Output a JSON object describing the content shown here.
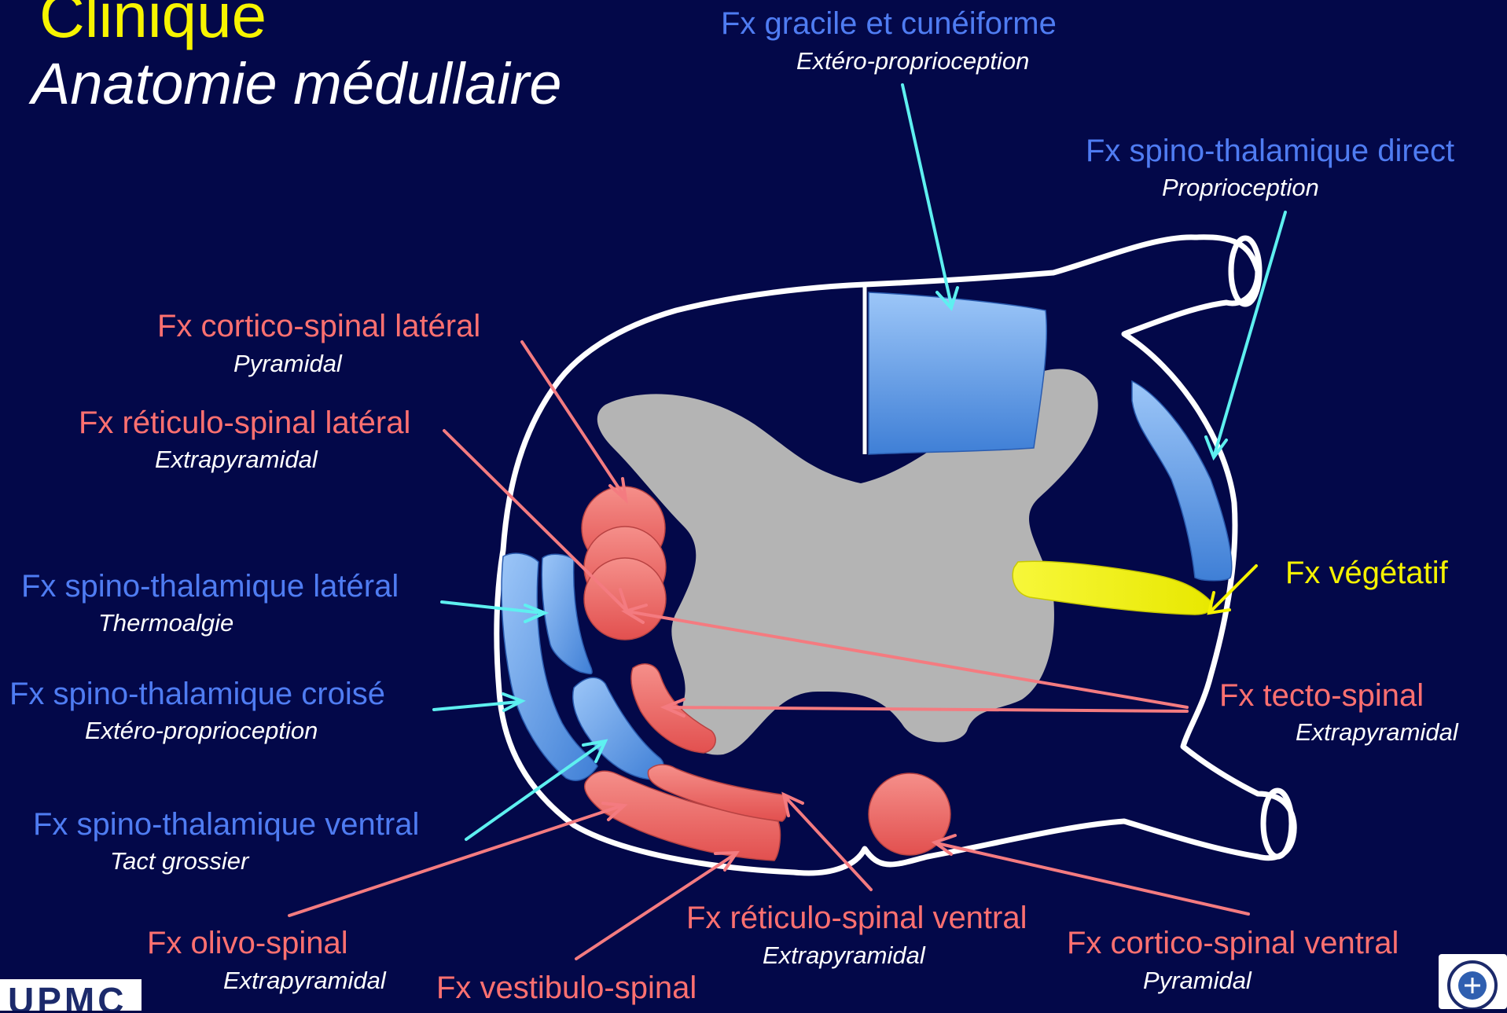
{
  "slide": {
    "title": "Clinique",
    "subtitle": "Anatomie médullaire"
  },
  "colors": {
    "background": "#030849",
    "title": "#f7f400",
    "sensory_label": "#4f7cf2",
    "motor_label": "#ff7070",
    "vegetative_label": "#f5f200",
    "sensory_arrow": "#5ef0f0",
    "motor_arrow": "#f47b80",
    "white_matter_outline": "#ffffff",
    "grey_matter": "#b4b4b4",
    "sensory_tract": "#6ba2ea",
    "motor_tract": "#ef6d6d",
    "vegetative_tract": "#f4f41c"
  },
  "tracts": {
    "gracile": {
      "name": "Fx gracile et cunéiforme",
      "desc": "Extéro-proprioception"
    },
    "spino_thal_direct": {
      "name": "Fx spino-thalamique direct",
      "desc": "Proprioception"
    },
    "cortico_lat": {
      "name": "Fx cortico-spinal latéral",
      "desc": "Pyramidal"
    },
    "reticulo_lat": {
      "name": "Fx réticulo-spinal latéral",
      "desc": "Extrapyramidal"
    },
    "vegetatif": {
      "name": "Fx végétatif"
    },
    "spino_thal_lat": {
      "name": "Fx spino-thalamique latéral",
      "desc": "Thermoalgie"
    },
    "spino_thal_croise": {
      "name": "Fx spino-thalamique croisé",
      "desc": "Extéro-proprioception"
    },
    "tecto": {
      "name": "Fx tecto-spinal",
      "desc": "Extrapyramidal"
    },
    "spino_thal_ventral": {
      "name": "Fx spino-thalamique ventral",
      "desc": "Tact grossier"
    },
    "olivo": {
      "name": "Fx olivo-spinal",
      "desc": "Extrapyramidal"
    },
    "vestibulo": {
      "name": "Fx vestibulo-spinal"
    },
    "reticulo_ventral": {
      "name": "Fx réticulo-spinal ventral",
      "desc": "Extrapyramidal"
    },
    "cortico_ventral": {
      "name": "Fx cortico-spinal ventral",
      "desc": "Pyramidal"
    }
  },
  "logos": {
    "left": "UPMC"
  }
}
